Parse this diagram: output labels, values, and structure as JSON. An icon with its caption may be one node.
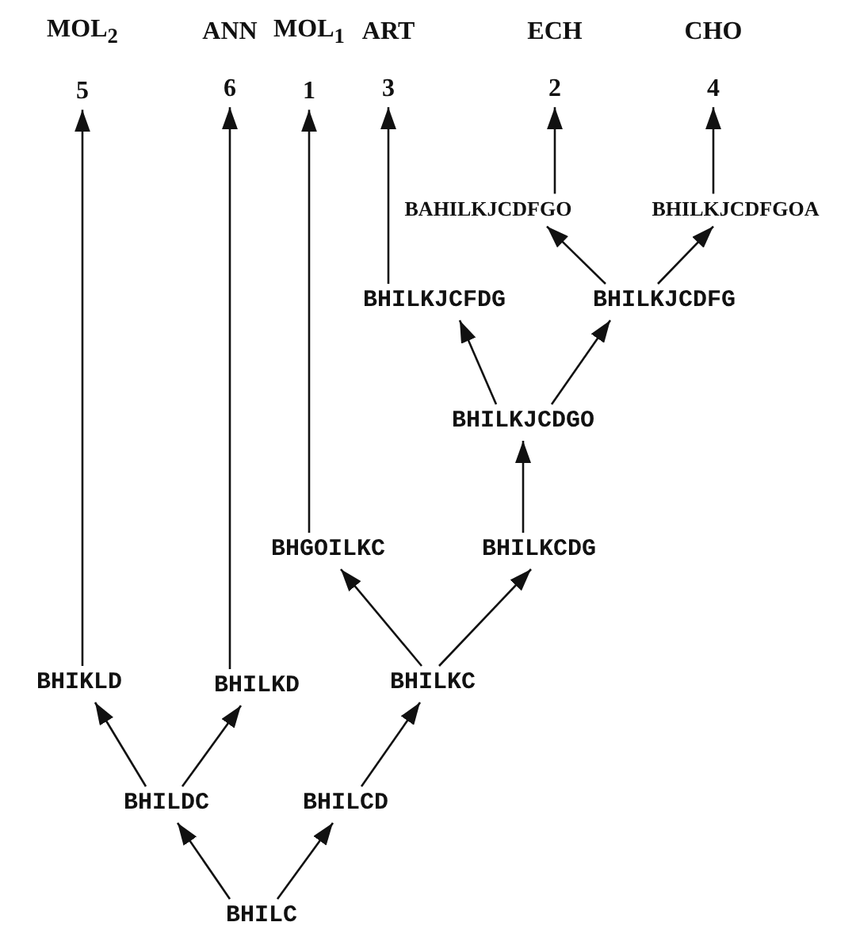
{
  "diagram": {
    "nodes": [
      {
        "text": [
          "MOL$_{2}$",
          "5"
        ]
      },
      {
        "text": [
          "ANN",
          "6"
        ]
      },
      {
        "text": [
          "MOL$_{1}$",
          "1"
        ]
      },
      {
        "text": [
          "ART",
          "3"
        ]
      },
      {
        "text": [
          "ECH",
          "2"
        ]
      },
      {
        "text": [
          "CHO",
          "4"
        ]
      },
      {
        "text": [
          "BAHILKJCDFGO"
        ]
      },
      {
        "text": [
          "BHILKJCDFGOA"
        ]
      },
      {
        "text": [
          "BHILKJCFDG"
        ]
      },
      {
        "text": [
          "BHILKJCDFG"
        ]
      },
      {
        "text": [
          "BHILKJCDGO"
        ]
      },
      {
        "text": [
          "BHGOILKC"
        ]
      },
      {
        "text": [
          "BHILKCDG"
        ]
      },
      {
        "text": [
          "BHIKLD"
        ]
      },
      {
        "text": [
          "BHILKD"
        ]
      },
      {
        "text": [
          "BHILKC"
        ]
      },
      {
        "text": [
          "BHILDC"
        ]
      },
      {
        "text": [
          "BHILCD"
        ]
      },
      {
        "text": [
          "BHILC"
        ]
      }
    ],
    "edges": [
      {
        "from": 18,
        "to": 16,
        "arrow": "to"
      },
      {
        "from": 18,
        "to": 17,
        "arrow": "to"
      },
      {
        "from": 16,
        "to": 13,
        "arrow": "to"
      },
      {
        "from": 16,
        "to": 14,
        "arrow": "to"
      },
      {
        "from": 17,
        "to": 15,
        "arrow": "to"
      },
      {
        "from": 13,
        "to": 0,
        "arrow": "to"
      },
      {
        "from": 14,
        "to": 1,
        "arrow": "to"
      },
      {
        "from": 15,
        "to": 11,
        "arrow": "to"
      },
      {
        "from": 15,
        "to": 12,
        "arrow": "to"
      },
      {
        "from": 11,
        "to": 2,
        "arrow": "to"
      },
      {
        "from": 12,
        "to": 10,
        "arrow": "to"
      },
      {
        "from": 10,
        "to": 8,
        "arrow": "to"
      },
      {
        "from": 10,
        "to": 9,
        "arrow": "to"
      },
      {
        "from": 8,
        "to": 3,
        "arrow": "to"
      },
      {
        "from": 9,
        "to": 6,
        "arrow": "to"
      },
      {
        "from": 9,
        "to": 7,
        "arrow": "to"
      },
      {
        "from": 6,
        "to": 4,
        "arrow": "to"
      },
      {
        "from": 7,
        "to": 5,
        "arrow": "to"
      }
    ]
  }
}
